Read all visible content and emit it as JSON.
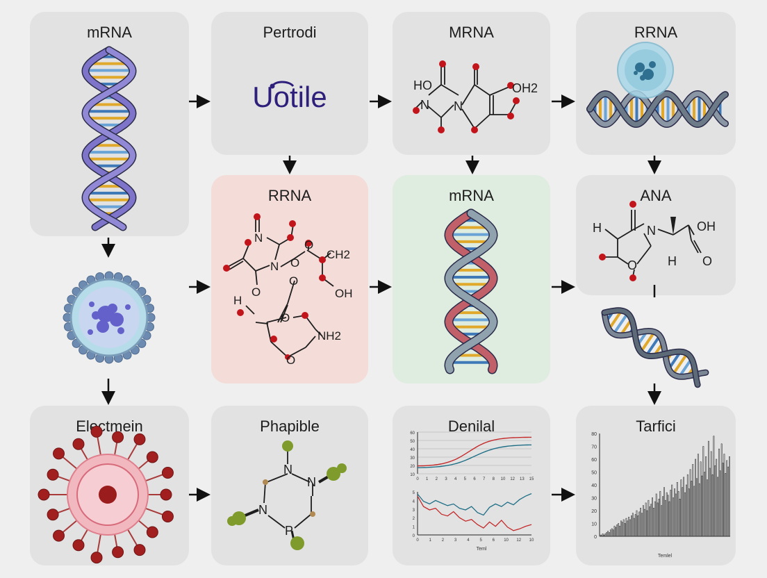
{
  "panels": [
    {
      "id": "mrna-helix",
      "title": "mRNA"
    },
    {
      "id": "pertrodi",
      "title": "Pertrodi",
      "logo_text": "Uotile"
    },
    {
      "id": "mrna-molecule",
      "title": "MRNA"
    },
    {
      "id": "rrna-helix",
      "title": "RRNA"
    },
    {
      "id": "rrna-molecule",
      "title": "RRNA"
    },
    {
      "id": "mrna-duplex",
      "title": "mRNA"
    },
    {
      "id": "ana-molecule",
      "title": "ANA"
    },
    {
      "id": "electmein",
      "title": "Electmein"
    },
    {
      "id": "phapible",
      "title": "Phapible"
    },
    {
      "id": "denilal",
      "title": "Denilal"
    },
    {
      "id": "tarfici",
      "title": "Tarfici"
    }
  ],
  "molecule_labels": {
    "mrna": [
      "HO",
      "N",
      "N",
      "OH2"
    ],
    "rrna": [
      "N",
      "N",
      "O",
      "O",
      "CH2",
      "O",
      "OH",
      "H",
      "O",
      "O",
      "NH2",
      "O"
    ],
    "ana": [
      "H",
      "N",
      "OH",
      "O",
      "H",
      "O"
    ],
    "phapible": [
      "N",
      "N",
      "N",
      "P"
    ]
  },
  "denilal_chart": {
    "top_x_ticks": [
      "0",
      "1",
      "2",
      "3",
      "4",
      "5",
      "6",
      "7",
      "8",
      "10",
      "12",
      "13",
      "15"
    ],
    "top_y_ticks": [
      "10",
      "20",
      "30",
      "40",
      "50",
      "60"
    ],
    "bottom_x_ticks": [
      "0",
      "1",
      "2",
      "3",
      "4",
      "5",
      "6",
      "10",
      "12",
      "10"
    ],
    "bottom_y_ticks": [
      "0",
      "1",
      "2",
      "3",
      "4",
      "5"
    ],
    "bottom_xlabel": "Teml",
    "colors": {
      "red": "#c42a2a",
      "teal": "#1f6f86"
    }
  },
  "chart_data": {
    "type": "bar",
    "title": "Tarfici",
    "xlabel": "Temlel",
    "ylabel": "",
    "ylim": [
      0,
      80
    ],
    "y_ticks": [
      "0",
      "10",
      "20",
      "30",
      "40",
      "50",
      "60",
      "70",
      "80"
    ],
    "values": [
      1,
      1,
      2,
      1,
      2,
      3,
      4,
      3,
      5,
      6,
      5,
      8,
      7,
      9,
      10,
      8,
      12,
      11,
      13,
      10,
      14,
      12,
      15,
      13,
      16,
      18,
      14,
      17,
      20,
      16,
      19,
      22,
      18,
      24,
      21,
      26,
      20,
      28,
      23,
      25,
      30,
      22,
      27,
      33,
      26,
      29,
      35,
      24,
      31,
      38,
      28,
      34,
      32,
      27,
      36,
      40,
      30,
      37,
      33,
      42,
      35,
      29,
      44,
      38,
      46,
      34,
      40,
      48,
      37,
      52,
      43,
      56,
      39,
      60,
      45,
      64,
      41,
      58,
      47,
      70,
      50,
      62,
      44,
      74,
      53,
      66,
      48,
      78,
      55,
      60,
      46,
      68,
      51,
      72,
      57,
      64,
      49,
      59,
      54,
      62
    ]
  }
}
